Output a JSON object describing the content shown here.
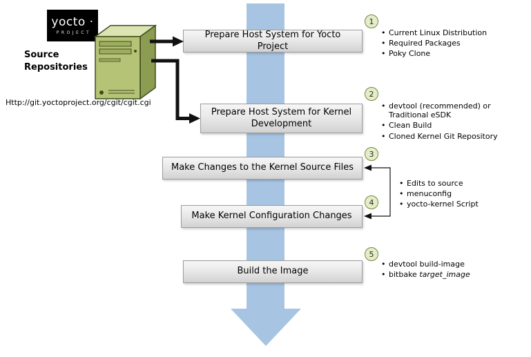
{
  "title_logo": {
    "wordmark": "yocto ·",
    "subtext": "PROJECT"
  },
  "source": {
    "label": "Source\nRepositories",
    "url": "Http://git.yoctoproject.org/cgit/cgit.cgi"
  },
  "boxes": {
    "box1": "Prepare Host System for Yocto Project",
    "box2": "Prepare Host System for Kernel Development",
    "box3": "Make Changes to the Kernel Source Files",
    "box4": "Make Kernel Configuration Changes",
    "box5": "Build the Image"
  },
  "badges": {
    "step1": "1",
    "step2": "2",
    "step3": "3",
    "step4": "4",
    "step5": "5"
  },
  "lists": {
    "step1": [
      "Current Linux Distribution",
      "Required Packages",
      "Poky Clone"
    ],
    "step2": [
      "devtool (recommended) or Traditional eSDK",
      "Clean Build",
      "Cloned Kernel Git Repository"
    ],
    "step3_4": [
      "Edits to source",
      "menuconfig",
      "yocto-kernel Script"
    ],
    "step5_first": "devtool build-image",
    "step5_second_prefix": "bitbake ",
    "step5_second_italic": "target_image"
  },
  "icons": {
    "server": "server-tower-icon",
    "workflow_arrow": "blue-down-arrow",
    "connectors": "black-flow-arrows"
  },
  "colors": {
    "workflow_arrow": "#a7c4e2",
    "box_border": "#9b9b9b",
    "badge_fill": "#e4ecca",
    "badge_border": "#75853f",
    "logo_bg": "#000000",
    "server_front": "#b4c375"
  }
}
